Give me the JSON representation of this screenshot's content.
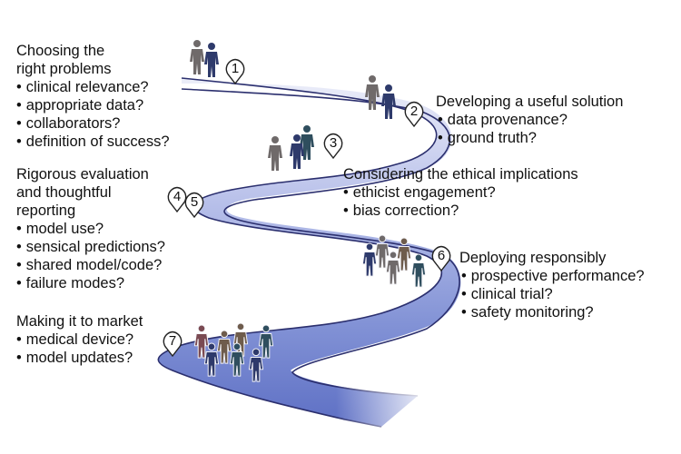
{
  "diagram": {
    "type": "winding road roadmap",
    "stages": [
      {
        "number": "1",
        "title": "Choosing the\nright problems",
        "questions": [
          "clinical relevance?",
          "appropriate data?",
          "collaborators?",
          "definition of success?"
        ]
      },
      {
        "number": "2",
        "title": "Developing a useful solution",
        "questions": [
          "data provenance?",
          "ground truth?"
        ]
      },
      {
        "number": "3",
        "title": "Considering the ethical implications",
        "questions": [
          "ethicist engagement?",
          "bias correction?"
        ]
      },
      {
        "number": "4",
        "title": "",
        "questions": []
      },
      {
        "number": "5",
        "title": "Rigorous evaluation\nand thoughtful\nreporting",
        "questions": [
          "model use?",
          "sensical predictions?",
          "shared model/code?",
          "failure modes?"
        ]
      },
      {
        "number": "6",
        "title": "Deploying responsibly",
        "questions": [
          "prospective performance?",
          "clinical trial?",
          "safety monitoring?"
        ]
      },
      {
        "number": "7",
        "title": "Making it to market",
        "questions": [
          "medical device?",
          "model updates?"
        ]
      }
    ],
    "colors": {
      "road_light": "#e4e6f6",
      "road_dark": "#6f82cc",
      "road_edge": "#2b2f6e",
      "figure_gray": "#6f6a6a",
      "figure_navy": "#2e3a6b",
      "figure_teal": "#2f4e5e",
      "figure_brown": "#6e5c4c",
      "figure_maroon": "#7a4a52"
    }
  }
}
